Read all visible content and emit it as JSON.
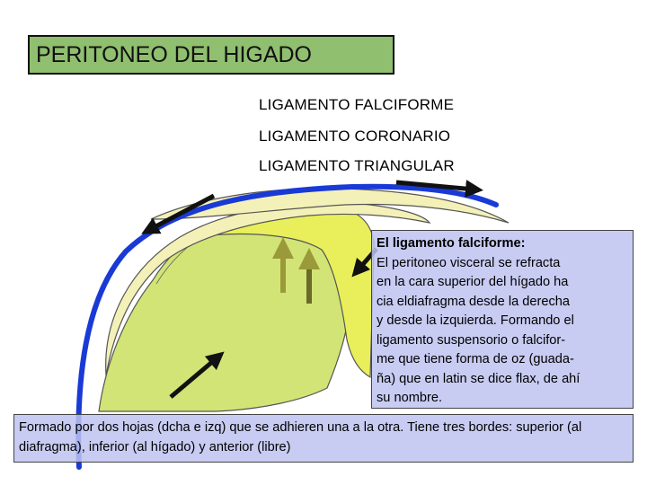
{
  "title": "PERITONEO DEL HIGADO",
  "ligaments": [
    "LIGAMENTO FALCIFORME",
    "LIGAMENTO CORONARIO",
    "LIGAMENTO TRIANGULAR"
  ],
  "description": {
    "heading": "El ligamento falciforme:",
    "body": " El peritoneo  visceral se refracta\nen la cara superior del hígado ha\ncia eldiafragma desde la derecha\ny desde la izquierda. Formando el\nligamento suspensorio o falcifor-\nme que tiene forma de oz (guada-\nña) que en latin se dice flax, de ahí\nsu nombre."
  },
  "footer_text": "Formado por dos hojas (dcha e izq) que se adhieren una a la otra. Tiene tres bordes: superior (al diafragma), inferior (al hígado) y anterior (libre)",
  "colors": {
    "title_bg": "#8fbf6f",
    "liver_green": "#d2e476",
    "liver_yellow": "#e9ef5a",
    "ligament_pale": "#f4f1b8",
    "diaphragm_blue": "#1a3ad6",
    "arrow_dark": "#111111",
    "arrow_olive": "#9a9a3a",
    "textbox_bg": "#bec3f0"
  }
}
